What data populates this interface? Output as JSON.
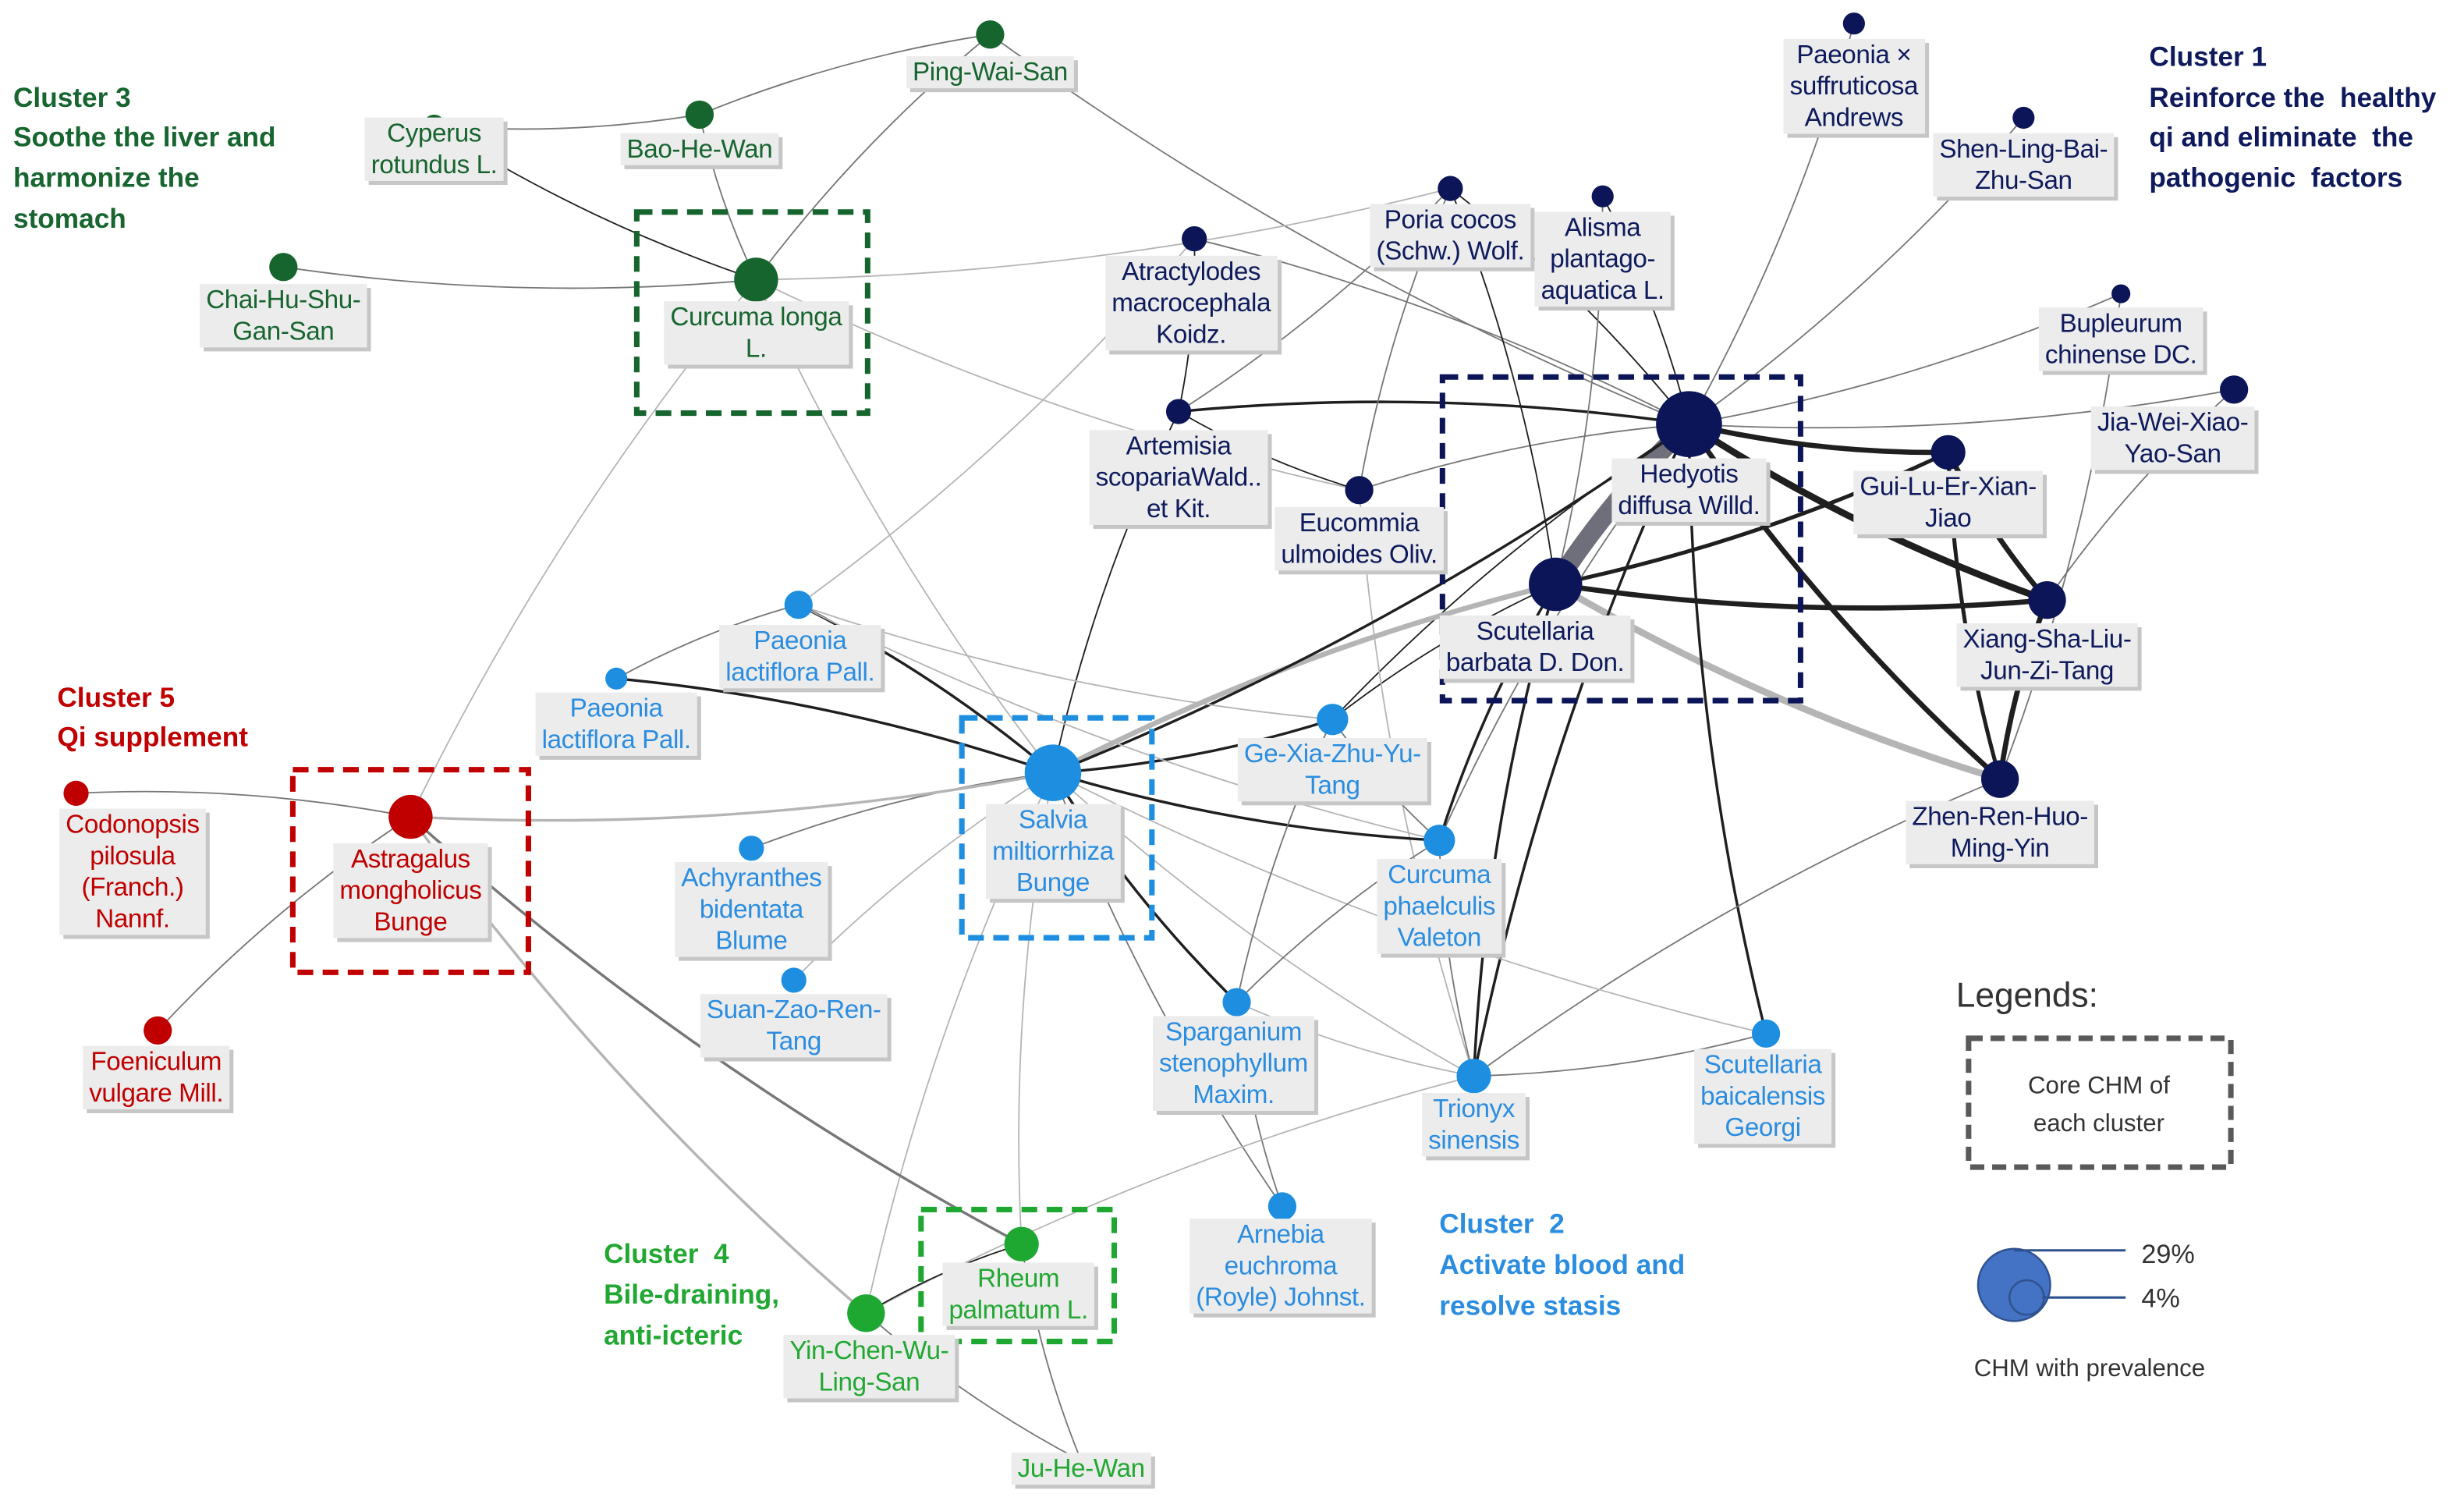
{
  "clusters": {
    "c1": {
      "title": "Cluster 1",
      "desc": [
        "Reinforce the  healthy",
        "qi and eliminate  the",
        "pathogenic  factors"
      ],
      "dot": "#0c1557",
      "text": "#0e1a5c"
    },
    "c2": {
      "title": "Cluster  2",
      "desc": [
        "Activate blood and",
        "resolve stasis"
      ],
      "dot": "#1d8ee0",
      "text": "#2b8de0"
    },
    "c3": {
      "title": "Cluster 3",
      "desc": [
        "Soothe the liver and",
        "harmonize the",
        "stomach"
      ],
      "dot": "#16652e",
      "text": "#17652f"
    },
    "c4": {
      "title": "Cluster  4",
      "desc": [
        "Bile-draining,",
        "anti-icteric"
      ],
      "dot": "#1ea832",
      "text": "#22a832"
    },
    "c5": {
      "title": "Cluster 5",
      "desc": [
        "Qi supplement"
      ],
      "dot": "#c00000",
      "text": "#c00000"
    }
  },
  "nodes": [
    {
      "id": "ping_wai_san",
      "cluster": "c3",
      "label": [
        "Ping-Wai-San"
      ]
    },
    {
      "id": "bao_he_wan",
      "cluster": "c3",
      "label": [
        "Bao-He-Wan"
      ]
    },
    {
      "id": "cyperus",
      "cluster": "c3",
      "label": [
        "Cyperus",
        "rotundus L."
      ]
    },
    {
      "id": "chai_hu",
      "cluster": "c3",
      "label": [
        "Chai-Hu-Shu-",
        "Gan-San"
      ]
    },
    {
      "id": "curcuma_longa",
      "cluster": "c3",
      "label": [
        "Curcuma longa",
        "L."
      ],
      "core": true
    },
    {
      "id": "paeonia_suff",
      "cluster": "c1",
      "label": [
        "Paeonia ×",
        "suffruticosa",
        "Andrews"
      ]
    },
    {
      "id": "shen_ling",
      "cluster": "c1",
      "label": [
        "Shen-Ling-Bai-",
        "Zhu-San"
      ]
    },
    {
      "id": "poria",
      "cluster": "c1",
      "label": [
        "Poria cocos",
        "(Schw.) Wolf."
      ]
    },
    {
      "id": "alisma",
      "cluster": "c1",
      "label": [
        "Alisma",
        "plantago-",
        "aquatica L."
      ]
    },
    {
      "id": "atractylodes",
      "cluster": "c1",
      "label": [
        "Atractylodes",
        "macrocephala",
        "Koidz."
      ]
    },
    {
      "id": "bupleurum",
      "cluster": "c1",
      "label": [
        "Bupleurum",
        "chinense DC."
      ]
    },
    {
      "id": "jia_wei",
      "cluster": "c1",
      "label": [
        "Jia-Wei-Xiao-",
        "Yao-San"
      ]
    },
    {
      "id": "artemisia",
      "cluster": "c1",
      "label": [
        "Artemisia",
        "scopariaWald..",
        "et Kit."
      ]
    },
    {
      "id": "hedyotis",
      "cluster": "c1",
      "label": [
        "Hedyotis",
        "diffusa Willd."
      ],
      "core": true
    },
    {
      "id": "eucommia",
      "cluster": "c1",
      "label": [
        "Eucommia",
        "ulmoides Oliv."
      ]
    },
    {
      "id": "gui_lu",
      "cluster": "c1",
      "label": [
        "Gui-Lu-Er-Xian-",
        "Jiao"
      ]
    },
    {
      "id": "scut_barbata",
      "cluster": "c1",
      "label": [
        "Scutellaria",
        "barbata D. Don."
      ]
    },
    {
      "id": "xiang_sha",
      "cluster": "c1",
      "label": [
        "Xiang-Sha-Liu-",
        "Jun-Zi-Tang"
      ]
    },
    {
      "id": "zhen_ren",
      "cluster": "c1",
      "label": [
        "Zhen-Ren-Huo-",
        "Ming-Yin"
      ]
    },
    {
      "id": "paeonia_lac_1",
      "cluster": "c2",
      "label": [
        "Paeonia",
        "lactiflora Pall."
      ]
    },
    {
      "id": "paeonia_lac_2",
      "cluster": "c2",
      "label": [
        "Paeonia",
        "lactiflora Pall."
      ]
    },
    {
      "id": "salvia",
      "cluster": "c2",
      "label": [
        "Salvia",
        "miltiorrhiza",
        "Bunge"
      ],
      "core": true
    },
    {
      "id": "ge_xia",
      "cluster": "c2",
      "label": [
        "Ge-Xia-Zhu-Yu-",
        "Tang"
      ]
    },
    {
      "id": "curcuma_ph",
      "cluster": "c2",
      "label": [
        "Curcuma",
        "phaelculis",
        "Valeton"
      ]
    },
    {
      "id": "achyranthes",
      "cluster": "c2",
      "label": [
        "Achyranthes",
        "bidentata",
        "Blume"
      ]
    },
    {
      "id": "suan_zao",
      "cluster": "c2",
      "label": [
        "Suan-Zao-Ren-",
        "Tang"
      ]
    },
    {
      "id": "sparganium",
      "cluster": "c2",
      "label": [
        "Sparganium",
        "stenophyllum",
        "Maxim."
      ]
    },
    {
      "id": "scut_baical",
      "cluster": "c2",
      "label": [
        "Scutellaria",
        "baicalensis",
        "Georgi"
      ]
    },
    {
      "id": "trionyx",
      "cluster": "c2",
      "label": [
        "Trionyx",
        "sinensis"
      ]
    },
    {
      "id": "arnebia",
      "cluster": "c2",
      "label": [
        "Arnebia",
        "euchroma",
        "(Royle) Johnst."
      ]
    },
    {
      "id": "codonopsis",
      "cluster": "c5",
      "label": [
        "Codonopsis",
        "pilosula",
        "(Franch.)",
        "Nannf."
      ]
    },
    {
      "id": "astragalus",
      "cluster": "c5",
      "label": [
        "Astragalus",
        "mongholicus",
        "Bunge"
      ],
      "core": true
    },
    {
      "id": "foeniculum",
      "cluster": "c5",
      "label": [
        "Foeniculum",
        "vulgare Mill."
      ]
    },
    {
      "id": "rheum",
      "cluster": "c4",
      "label": [
        "Rheum",
        "palmatum L."
      ],
      "core": true
    },
    {
      "id": "yin_chen",
      "cluster": "c4",
      "label": [
        "Yin-Chen-Wu-",
        "Ling-San"
      ]
    },
    {
      "id": "ju_he_wan",
      "cluster": "c4",
      "label": [
        "Ju-He-Wan"
      ]
    }
  ],
  "edge_tones": {
    "dark": "#1f1f1f",
    "mid": "#777777",
    "light": "#b5b5b5",
    "heavy": "#6e6f7a"
  },
  "edges": [
    [
      "ping_wai_san",
      "bao_he_wan",
      1,
      "mid"
    ],
    [
      "ping_wai_san",
      "curcuma_longa",
      1,
      "mid"
    ],
    [
      "ping_wai_san",
      "hedyotis",
      1,
      "mid"
    ],
    [
      "bao_he_wan",
      "curcuma_longa",
      1,
      "mid"
    ],
    [
      "cyperus",
      "bao_he_wan",
      1,
      "mid"
    ],
    [
      "cyperus",
      "curcuma_longa",
      1,
      "dark"
    ],
    [
      "chai_hu",
      "curcuma_longa",
      1,
      "mid"
    ],
    [
      "curcuma_longa",
      "poria",
      1,
      "light"
    ],
    [
      "curcuma_longa",
      "eucommia",
      1,
      "light"
    ],
    [
      "curcuma_longa",
      "salvia",
      1,
      "light"
    ],
    [
      "curcuma_longa",
      "astragalus",
      1,
      "light"
    ],
    [
      "hedyotis",
      "scut_barbata",
      9,
      "heavy"
    ],
    [
      "hedyotis",
      "gui_lu",
      4,
      "dark"
    ],
    [
      "hedyotis",
      "xiang_sha",
      5,
      "dark"
    ],
    [
      "hedyotis",
      "zhen_ren",
      4,
      "dark"
    ],
    [
      "scut_barbata",
      "gui_lu",
      3,
      "dark"
    ],
    [
      "scut_barbata",
      "xiang_sha",
      4,
      "dark"
    ],
    [
      "scut_barbata",
      "zhen_ren",
      5,
      "light"
    ],
    [
      "gui_lu",
      "xiang_sha",
      4,
      "dark"
    ],
    [
      "gui_lu",
      "zhen_ren",
      3,
      "dark"
    ],
    [
      "xiang_sha",
      "zhen_ren",
      4,
      "dark"
    ],
    [
      "hedyotis",
      "paeonia_suff",
      1,
      "mid"
    ],
    [
      "hedyotis",
      "shen_ling",
      1,
      "mid"
    ],
    [
      "hedyotis",
      "bupleurum",
      1,
      "mid"
    ],
    [
      "hedyotis",
      "jia_wei",
      1,
      "mid"
    ],
    [
      "hedyotis",
      "poria",
      1,
      "dark"
    ],
    [
      "hedyotis",
      "alisma",
      1,
      "dark"
    ],
    [
      "hedyotis",
      "atractylodes",
      1,
      "mid"
    ],
    [
      "hedyotis",
      "artemisia",
      2,
      "dark"
    ],
    [
      "hedyotis",
      "eucommia",
      1,
      "mid"
    ],
    [
      "hedyotis",
      "ge_xia",
      1,
      "dark"
    ],
    [
      "hedyotis",
      "trionyx",
      2,
      "dark"
    ],
    [
      "hedyotis",
      "scut_baical",
      2,
      "dark"
    ],
    [
      "hedyotis",
      "curcuma_ph",
      1,
      "mid"
    ],
    [
      "scut_barbata",
      "salvia",
      4,
      "light"
    ],
    [
      "scut_barbata",
      "ge_xia",
      1,
      "dark"
    ],
    [
      "scut_barbata",
      "curcuma_ph",
      2,
      "dark"
    ],
    [
      "scut_barbata",
      "trionyx",
      2,
      "dark"
    ],
    [
      "scut_barbata",
      "poria",
      1,
      "dark"
    ],
    [
      "scut_barbata",
      "alisma",
      1,
      "mid"
    ],
    [
      "artemisia",
      "atractylodes",
      1,
      "dark"
    ],
    [
      "artemisia",
      "eucommia",
      1,
      "dark"
    ],
    [
      "artemisia",
      "poria",
      1,
      "mid"
    ],
    [
      "artemisia",
      "salvia",
      1,
      "dark"
    ],
    [
      "poria",
      "eucommia",
      1,
      "mid"
    ],
    [
      "eucommia",
      "trionyx",
      1,
      "light"
    ],
    [
      "zhen_ren",
      "trionyx",
      1,
      "mid"
    ],
    [
      "zhen_ren",
      "bupleurum",
      1,
      "mid"
    ],
    [
      "jia_wei",
      "xiang_sha",
      1,
      "mid"
    ],
    [
      "salvia",
      "hedyotis",
      2,
      "dark"
    ],
    [
      "salvia",
      "paeonia_lac_1",
      2,
      "dark"
    ],
    [
      "salvia",
      "paeonia_lac_2",
      2,
      "dark"
    ],
    [
      "salvia",
      "achyranthes",
      1,
      "mid"
    ],
    [
      "salvia",
      "suan_zao",
      1,
      "light"
    ],
    [
      "salvia",
      "ge_xia",
      2,
      "dark"
    ],
    [
      "salvia",
      "curcuma_ph",
      2,
      "dark"
    ],
    [
      "salvia",
      "sparganium",
      2,
      "dark"
    ],
    [
      "salvia",
      "trionyx",
      1,
      "light"
    ],
    [
      "salvia",
      "scut_baical",
      1,
      "light"
    ],
    [
      "salvia",
      "rheum",
      1,
      "light"
    ],
    [
      "salvia",
      "yin_chen",
      1,
      "light"
    ],
    [
      "salvia",
      "arnebia",
      1,
      "mid"
    ],
    [
      "paeonia_lac_1",
      "paeonia_lac_2",
      1,
      "mid"
    ],
    [
      "paeonia_lac_1",
      "ge_xia",
      1,
      "light"
    ],
    [
      "paeonia_lac_1",
      "curcuma_ph",
      1,
      "light"
    ],
    [
      "paeonia_lac_1",
      "atractylodes",
      1,
      "light"
    ],
    [
      "ge_xia",
      "sparganium",
      1,
      "mid"
    ],
    [
      "ge_xia",
      "curcuma_ph",
      1,
      "mid"
    ],
    [
      "curcuma_ph",
      "sparganium",
      1,
      "mid"
    ],
    [
      "curcuma_ph",
      "trionyx",
      1,
      "mid"
    ],
    [
      "sparganium",
      "arnebia",
      1,
      "mid"
    ],
    [
      "sparganium",
      "trionyx",
      1,
      "light"
    ],
    [
      "trionyx",
      "scut_baical",
      1,
      "mid"
    ],
    [
      "trionyx",
      "yin_chen",
      1,
      "light"
    ],
    [
      "astragalus",
      "codonopsis",
      1,
      "mid"
    ],
    [
      "astragalus",
      "foeniculum",
      1,
      "mid"
    ],
    [
      "astragalus",
      "salvia",
      2,
      "light"
    ],
    [
      "astragalus",
      "rheum",
      2,
      "mid"
    ],
    [
      "astragalus",
      "yin_chen",
      2,
      "light"
    ],
    [
      "rheum",
      "yin_chen",
      1,
      "dark"
    ],
    [
      "rheum",
      "ju_he_wan",
      1,
      "mid"
    ],
    [
      "yin_chen",
      "ju_he_wan",
      1,
      "mid"
    ]
  ],
  "legend": {
    "title": "Legends:",
    "core_box": [
      "Core CHM of",
      "each cluster"
    ],
    "size_max": "29%",
    "size_min": "4%",
    "size_caption": "CHM with prevalence",
    "circle_fill": "#4472c4",
    "circle_stroke": "#2f528f",
    "box_stroke": "#595959"
  }
}
